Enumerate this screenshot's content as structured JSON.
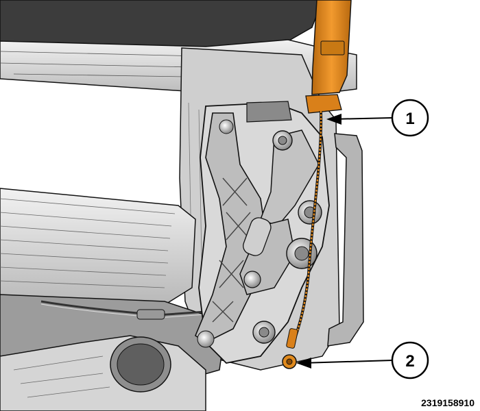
{
  "diagram": {
    "figure_id": "2319158910",
    "callouts": [
      {
        "number": "1"
      },
      {
        "number": "2"
      }
    ]
  },
  "colors": {
    "highlight": "#e08a1e",
    "highlight_dark": "#a85f0c",
    "part_fill": "#c8c8c8",
    "part_light": "#e6e6e6",
    "part_dark": "#7a7a7a",
    "line": "#1a1a1a",
    "background": "#ffffff"
  }
}
